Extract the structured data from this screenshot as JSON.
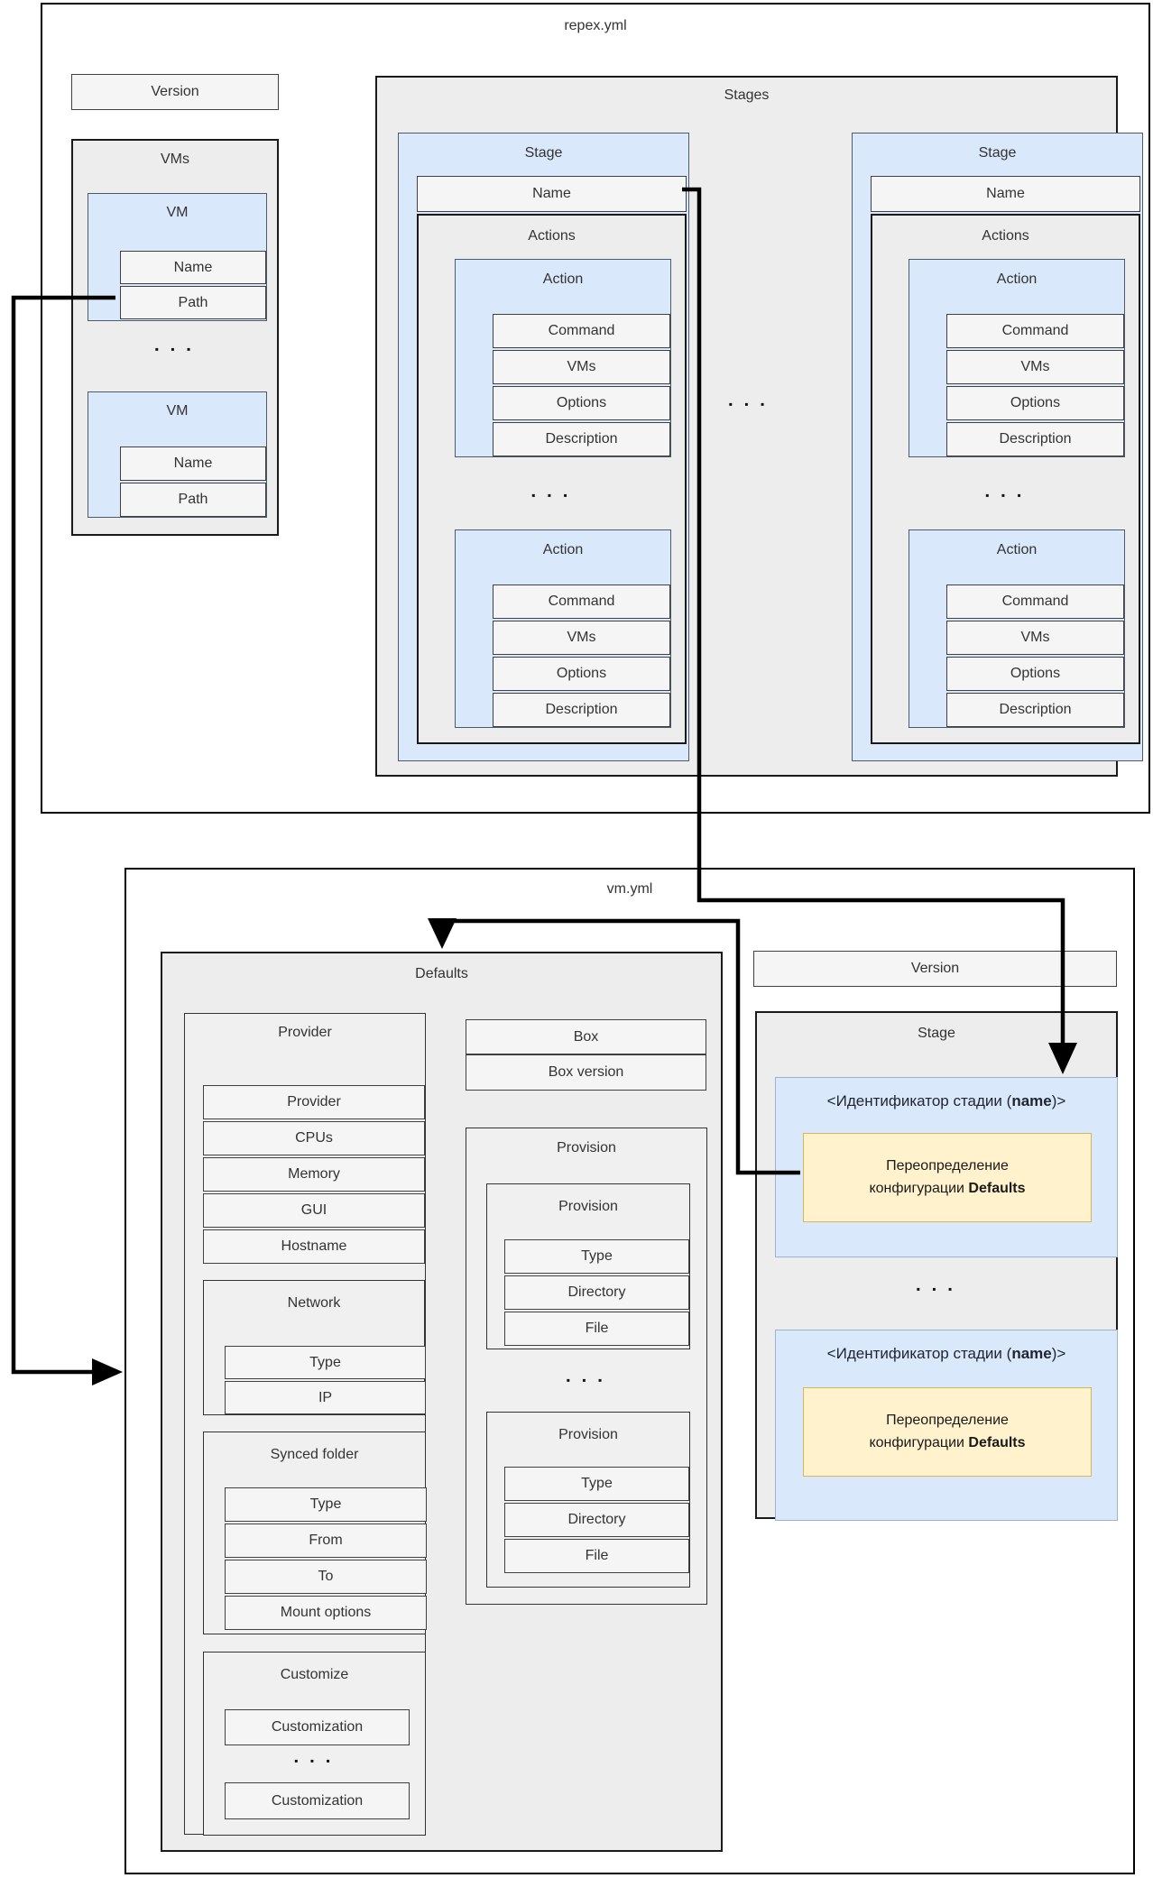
{
  "glyphs": {
    "ellipsis": "▪ ▪ ▪"
  },
  "colors": {
    "blue_fill": "#dae8fc",
    "blue_border_dark": "#4d5a6c",
    "blue_border_light": "#9ab3d5",
    "yellow_fill": "#fff2cc",
    "yellow_border": "#d6b656",
    "container_fill": "#ededed",
    "field_fill": "#f5f5f5",
    "connector": "#000000"
  },
  "repex": {
    "title": "repex.yml",
    "version_label": "Version",
    "vms": {
      "title": "VMs",
      "items": [
        {
          "title": "VM",
          "fields": [
            "Name",
            "Path"
          ]
        },
        {
          "title": "VM",
          "fields": [
            "Name",
            "Path"
          ]
        }
      ]
    },
    "stages": {
      "title": "Stages",
      "items": [
        {
          "title": "Stage",
          "name_label": "Name",
          "actions": {
            "title": "Actions",
            "items": [
              {
                "title": "Action",
                "fields": [
                  "Command",
                  "VMs",
                  "Options",
                  "Description"
                ]
              },
              {
                "title": "Action",
                "fields": [
                  "Command",
                  "VMs",
                  "Options",
                  "Description"
                ]
              }
            ]
          }
        },
        {
          "title": "Stage",
          "name_label": "Name",
          "actions": {
            "title": "Actions",
            "items": [
              {
                "title": "Action",
                "fields": [
                  "Command",
                  "VMs",
                  "Options",
                  "Description"
                ]
              },
              {
                "title": "Action",
                "fields": [
                  "Command",
                  "VMs",
                  "Options",
                  "Description"
                ]
              }
            ]
          }
        }
      ]
    }
  },
  "vm": {
    "title": "vm.yml",
    "version_label": "Version",
    "defaults": {
      "title": "Defaults",
      "provider": {
        "title": "Provider",
        "fields": [
          "Provider",
          "CPUs",
          "Memory",
          "GUI",
          "Hostname"
        ],
        "network": {
          "title": "Network",
          "fields": [
            "Type",
            "IP"
          ]
        },
        "synced_folder": {
          "title": "Synced folder",
          "fields": [
            "Type",
            "From",
            "To",
            "Mount options"
          ]
        },
        "customize": {
          "title": "Customize",
          "items": [
            "Customization",
            "Customization"
          ]
        }
      },
      "box": {
        "rows": [
          "Box",
          "Box version"
        ]
      },
      "provision": {
        "title": "Provision",
        "items": [
          {
            "title": "Provision",
            "fields": [
              "Type",
              "Directory",
              "File"
            ]
          },
          {
            "title": "Provision",
            "fields": [
              "Type",
              "Directory",
              "File"
            ]
          }
        ]
      }
    },
    "stage": {
      "title": "Stage",
      "items": [
        {
          "header_prefix": "<Идентификатор стадии (",
          "header_bold": "name",
          "header_suffix": ")>",
          "note_line1": "Переопределение",
          "note_line2": "конфигурации ",
          "note_line2_bold": "Defaults"
        },
        {
          "header_prefix": "<Идентификатор стадии (",
          "header_bold": "name",
          "header_suffix": ")>",
          "note_line1": "Переопределение",
          "note_line2": "конфигурации ",
          "note_line2_bold": "Defaults"
        }
      ]
    }
  }
}
